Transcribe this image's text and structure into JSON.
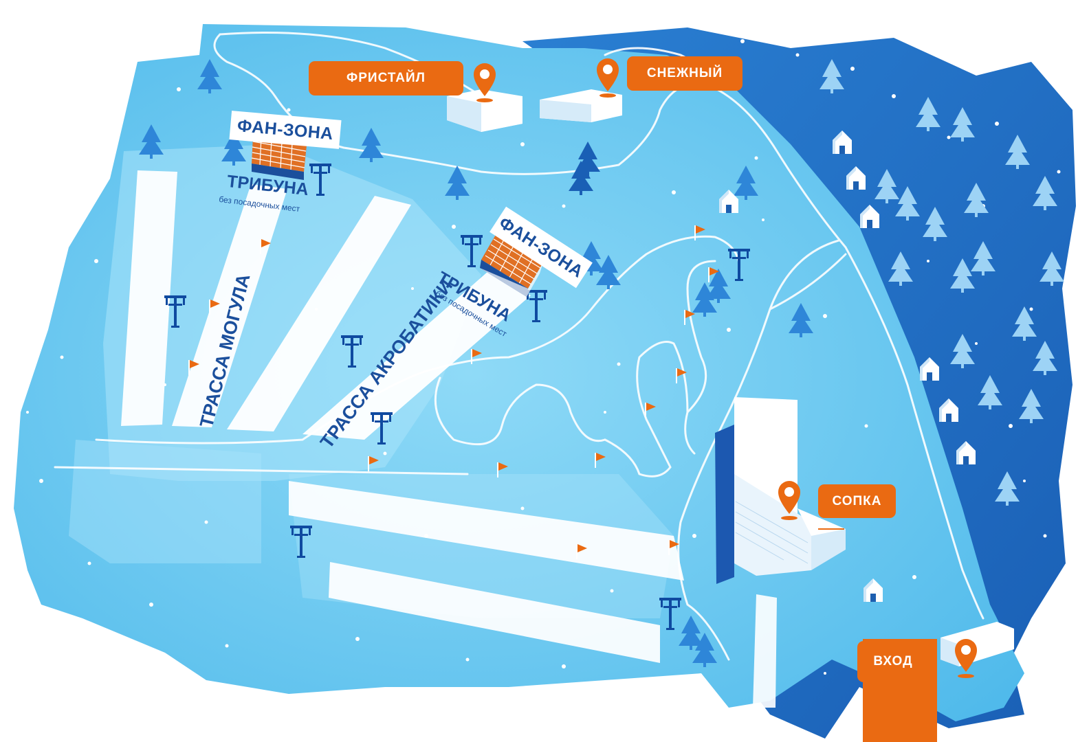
{
  "map": {
    "locations": [
      {
        "id": "freestyle",
        "label": "ФРИСТАЙЛ"
      },
      {
        "id": "snezhny",
        "label": "СНЕЖНЫЙ"
      },
      {
        "id": "sopka",
        "label": "СОПКА"
      },
      {
        "id": "entrance",
        "label": "ВХОД"
      }
    ],
    "fan_zones": [
      {
        "label": "ФАН-ЗОНА",
        "tribune": "ТРИБУНА",
        "tribune_note": "без посадочных мест"
      },
      {
        "label": "ФАН-ЗОНА",
        "tribune": "ТРИБУНА",
        "tribune_note": "без посадочных мест"
      }
    ],
    "tracks": [
      {
        "label": "ТРАССА МОГУЛА"
      },
      {
        "label": "ТРАССА АКРОБАТИКИ"
      }
    ],
    "icons": [
      "location-pin-icon",
      "ski-lift-icon",
      "flag-icon",
      "pine-tree-icon",
      "house-icon",
      "grandstand-icon"
    ],
    "colors": {
      "accent": "#ea6a12",
      "snow_area": "#5fc3ee",
      "forest": "#1e6fc6",
      "text": "#1b4f9c",
      "white": "#ffffff"
    }
  }
}
